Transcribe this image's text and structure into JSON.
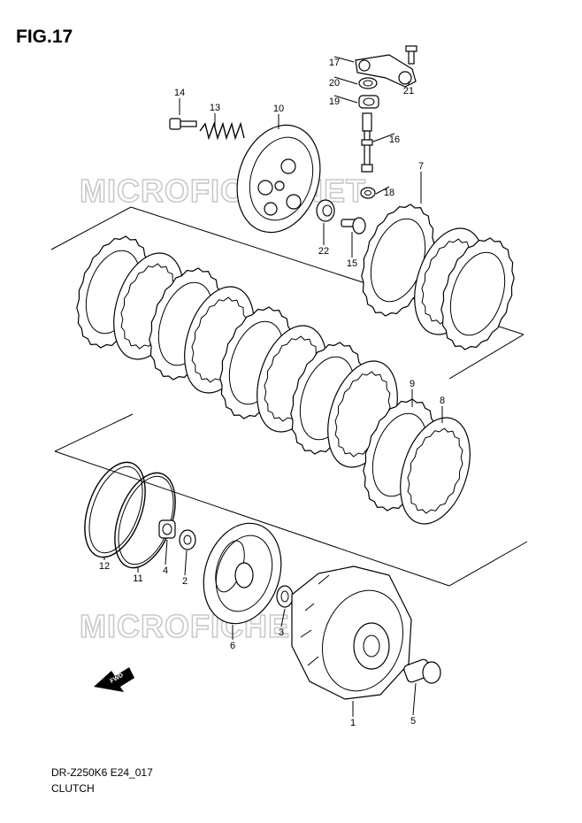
{
  "figure_title": "FIG.17",
  "footer": {
    "code": "DR-Z250K6 E24_017",
    "name": "CLUTCH"
  },
  "watermark": "MICROFICHE.NET",
  "fwd_label": "FWD",
  "callouts": [
    {
      "id": "c17",
      "label": "17"
    },
    {
      "id": "c21",
      "label": "21"
    },
    {
      "id": "c20",
      "label": "20"
    },
    {
      "id": "c19",
      "label": "19"
    },
    {
      "id": "c16",
      "label": "16"
    },
    {
      "id": "c18",
      "label": "18"
    },
    {
      "id": "c14",
      "label": "14"
    },
    {
      "id": "c13",
      "label": "13"
    },
    {
      "id": "c10",
      "label": "10"
    },
    {
      "id": "c22",
      "label": "22"
    },
    {
      "id": "c15",
      "label": "15"
    },
    {
      "id": "c7",
      "label": "7"
    },
    {
      "id": "c9",
      "label": "9"
    },
    {
      "id": "c8",
      "label": "8"
    },
    {
      "id": "c12",
      "label": "12"
    },
    {
      "id": "c11",
      "label": "11"
    },
    {
      "id": "c4",
      "label": "4"
    },
    {
      "id": "c2",
      "label": "2"
    },
    {
      "id": "c6",
      "label": "6"
    },
    {
      "id": "c3",
      "label": "3"
    },
    {
      "id": "c1",
      "label": "1"
    },
    {
      "id": "c5",
      "label": "5"
    }
  ]
}
